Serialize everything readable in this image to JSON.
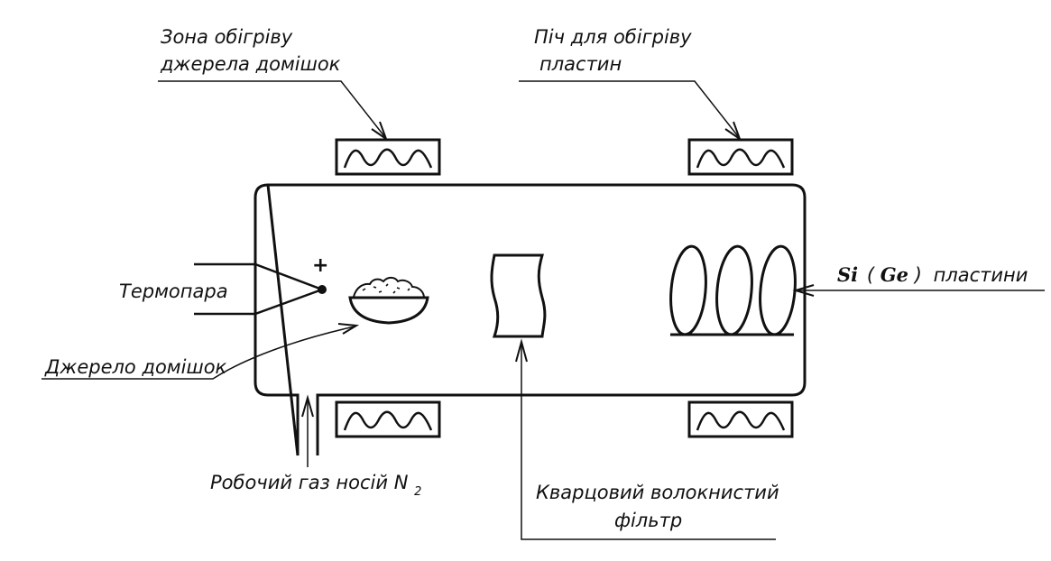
{
  "diagram": {
    "labels": {
      "heating_zone_line1": "Зона обігріву",
      "heating_zone_line2": "джерела домішок",
      "furnace_line1": "Піч для обігріву",
      "furnace_line2": "пластин",
      "thermocouple": "Термопара",
      "plus_sign": "+",
      "dopant_source": "Джерело домішок",
      "wafers_element1": "Si",
      "wafers_element2_open": "(",
      "wafers_element2": "Ge",
      "wafers_element2_close": ")",
      "wafers_word": "пластини",
      "carrier_gas": "Робочий газ носій N",
      "carrier_gas_subscript": "2",
      "quartz_filter_line1": "Кварцовий волокнистий",
      "quartz_filter_line2": "фільтр"
    },
    "colors": {
      "ink": "#111111",
      "background": "#ffffff"
    }
  }
}
